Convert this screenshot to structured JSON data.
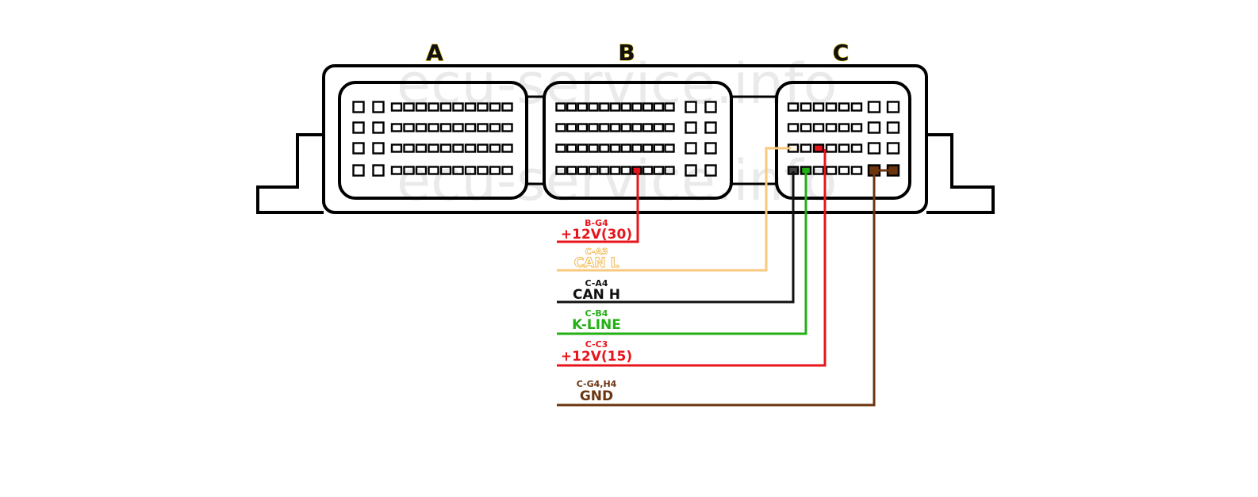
{
  "connectors": [
    {
      "id": "A",
      "label": "A"
    },
    {
      "id": "B",
      "label": "B"
    },
    {
      "id": "C",
      "label": "C"
    }
  ],
  "watermark": "ecu-service.info",
  "wires": [
    {
      "pin": "B-G4",
      "signal": "+12V(30)",
      "color": "#e8141b"
    },
    {
      "pin": "C-A3",
      "signal": "CAN L",
      "color": "#f7c97e"
    },
    {
      "pin": "C-A4",
      "signal": "CAN H",
      "color": "#111111"
    },
    {
      "pin": "C-B4",
      "signal": "K-LINE",
      "color": "#22b014"
    },
    {
      "pin": "C-C3",
      "signal": "+12V(15)",
      "color": "#e8141b"
    },
    {
      "pin": "C-G4,H4",
      "signal": "GND",
      "color": "#6b3510"
    }
  ]
}
